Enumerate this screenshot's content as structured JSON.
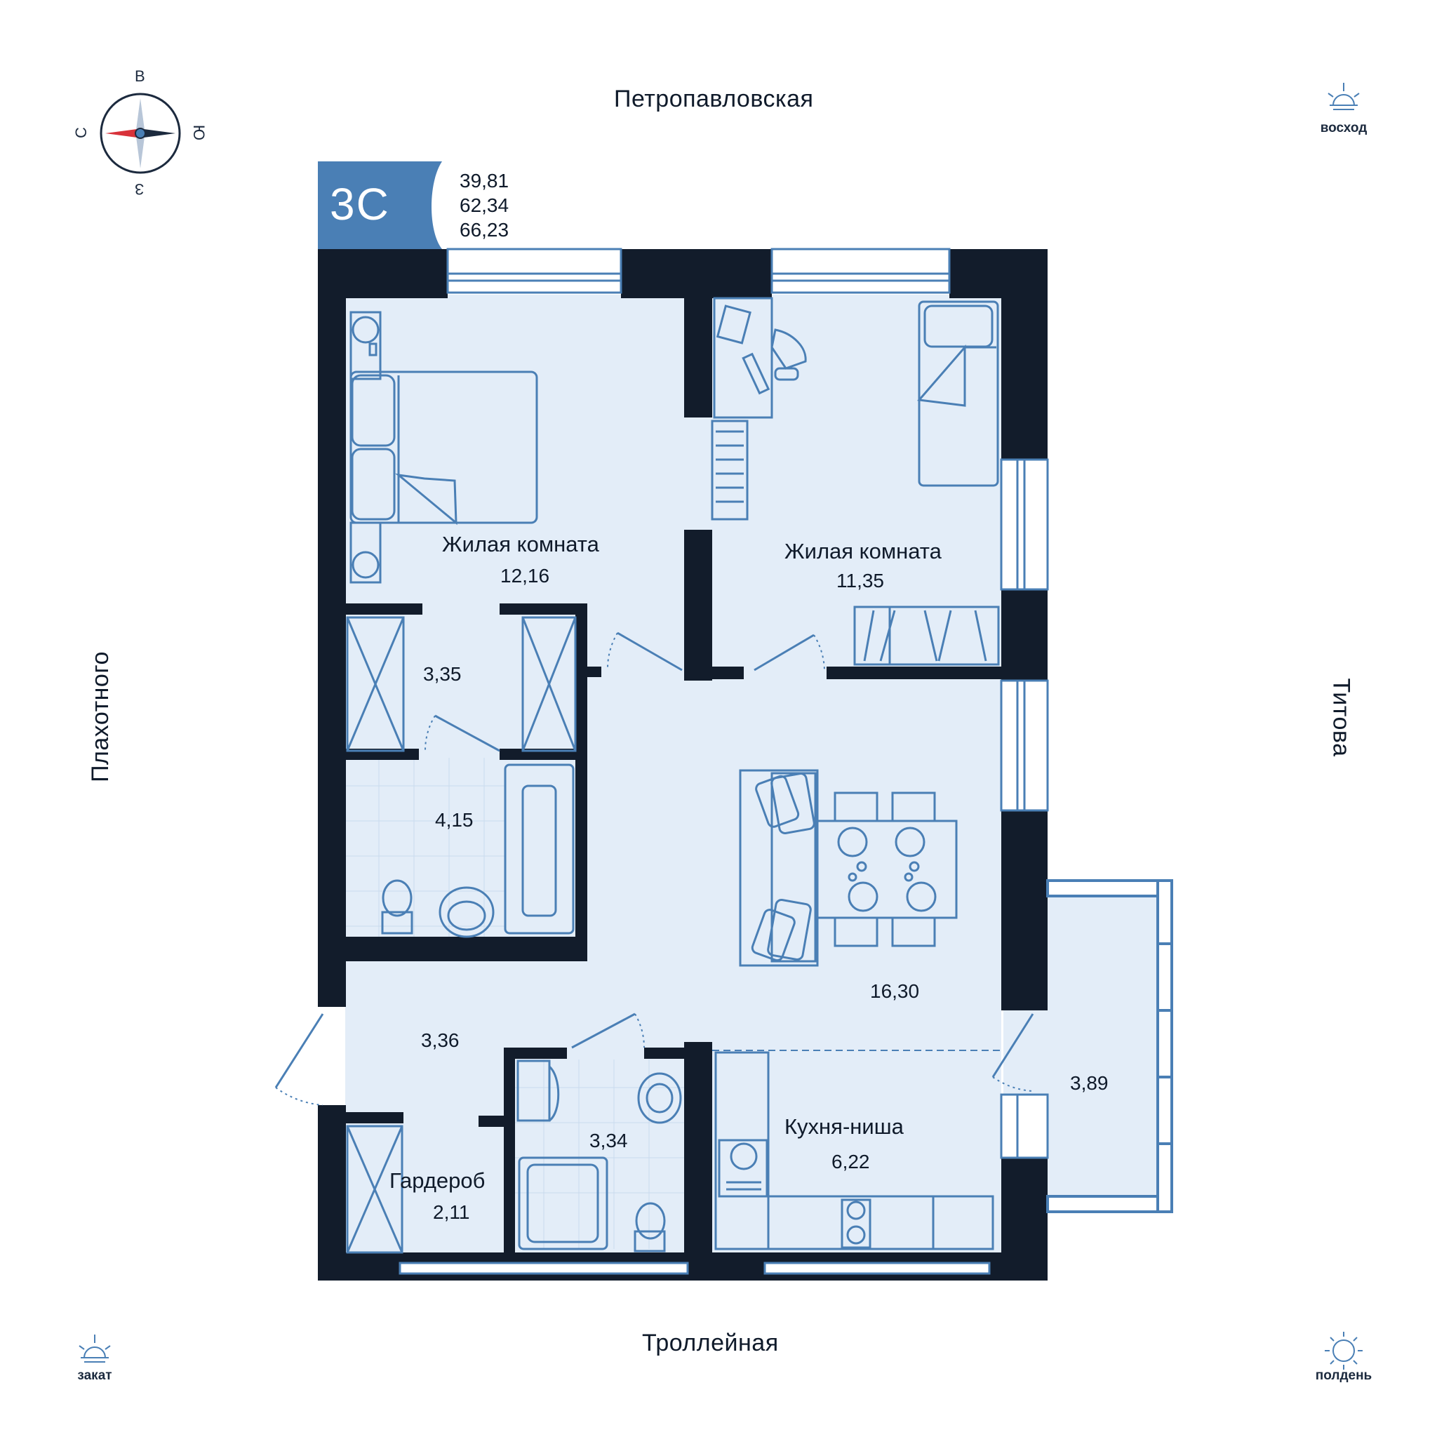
{
  "streets": {
    "north": "Петропавловская",
    "south": "Троллейная",
    "west": "Плахотного",
    "east": "Титова"
  },
  "sun": {
    "sunrise": "восход",
    "sunset": "закат",
    "noon": "полдень"
  },
  "compass": {
    "top": "В",
    "right": "Ю",
    "bottom": "З",
    "left": "С"
  },
  "apartment": {
    "type": "3С",
    "areas": [
      "39,81",
      "62,34",
      "66,23"
    ]
  },
  "rooms": [
    {
      "label": "Жилая комната",
      "area": "12,16"
    },
    {
      "label": "Жилая комната",
      "area": "11,35"
    },
    {
      "label": "",
      "area": "3,35"
    },
    {
      "label": "",
      "area": "4,15"
    },
    {
      "label": "",
      "area": "16,30"
    },
    {
      "label": "",
      "area": "3,36"
    },
    {
      "label": "",
      "area": "3,34"
    },
    {
      "label": "Кухня-ниша",
      "area": "6,22"
    },
    {
      "label": "",
      "area": "3,89"
    },
    {
      "label": "Гардероб",
      "area": "2,11"
    }
  ],
  "colors": {
    "wall": "#121c2b",
    "floor": "#e3edf8",
    "line": "#4a7fb5",
    "badge": "#4a7fb5",
    "compass_red": "#d8323a",
    "compass_dark": "#1c2a3e"
  }
}
